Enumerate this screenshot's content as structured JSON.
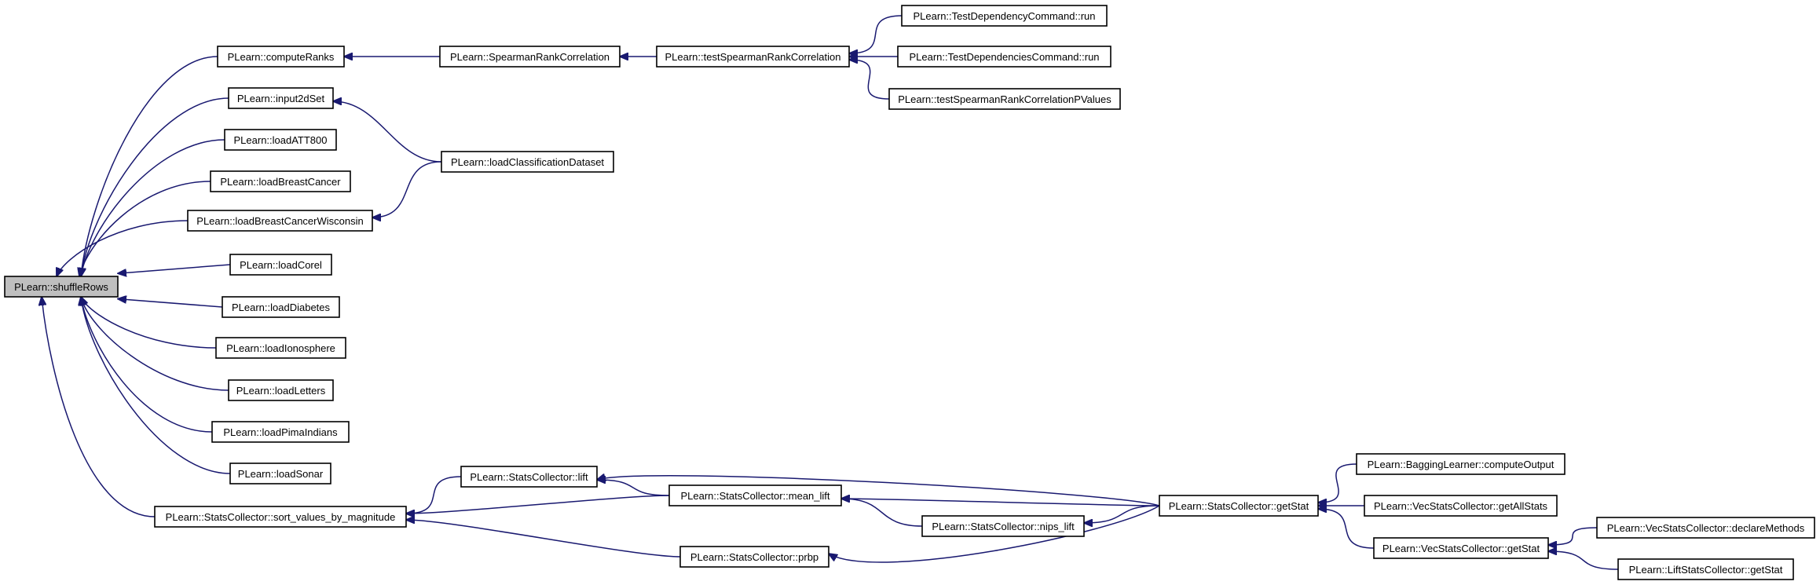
{
  "graph": {
    "colors": {
      "edge": "#191970",
      "node_fill": "#ffffff",
      "root_fill": "#bfbfbf",
      "border": "#000000"
    },
    "nodes": [
      {
        "id": "shuffleRows",
        "label": "PLearn::shuffleRows",
        "root": true
      },
      {
        "id": "computeRanks",
        "label": "PLearn::computeRanks"
      },
      {
        "id": "input2dSet",
        "label": "PLearn::input2dSet"
      },
      {
        "id": "loadATT800",
        "label": "PLearn::loadATT800"
      },
      {
        "id": "loadBreastCancer",
        "label": "PLearn::loadBreastCancer"
      },
      {
        "id": "loadBreastCancerWisconsin",
        "label": "PLearn::loadBreastCancerWisconsin"
      },
      {
        "id": "loadCorel",
        "label": "PLearn::loadCorel"
      },
      {
        "id": "loadDiabetes",
        "label": "PLearn::loadDiabetes"
      },
      {
        "id": "loadIonosphere",
        "label": "PLearn::loadIonosphere"
      },
      {
        "id": "loadLetters",
        "label": "PLearn::loadLetters"
      },
      {
        "id": "loadPimaIndians",
        "label": "PLearn::loadPimaIndians"
      },
      {
        "id": "loadSonar",
        "label": "PLearn::loadSonar"
      },
      {
        "id": "sortValues",
        "label": "PLearn::StatsCollector::sort_values_by_magnitude"
      },
      {
        "id": "spearman",
        "label": "PLearn::SpearmanRankCorrelation"
      },
      {
        "id": "loadClassification",
        "label": "PLearn::loadClassificationDataset"
      },
      {
        "id": "scLift",
        "label": "PLearn::StatsCollector::lift"
      },
      {
        "id": "scPrbp",
        "label": "PLearn::StatsCollector::prbp"
      },
      {
        "id": "testSpearman",
        "label": "PLearn::testSpearmanRankCorrelation"
      },
      {
        "id": "scMeanLift",
        "label": "PLearn::StatsCollector::mean_lift"
      },
      {
        "id": "scNipsLift",
        "label": "PLearn::StatsCollector::nips_lift"
      },
      {
        "id": "testDepCmd",
        "label": "PLearn::TestDependencyCommand::run"
      },
      {
        "id": "testDepsCmd",
        "label": "PLearn::TestDependenciesCommand::run"
      },
      {
        "id": "testSpearmanP",
        "label": "PLearn::testSpearmanRankCorrelationPValues"
      },
      {
        "id": "scGetStat",
        "label": "PLearn::StatsCollector::getStat"
      },
      {
        "id": "baggingCompute",
        "label": "PLearn::BaggingLearner::computeOutput"
      },
      {
        "id": "vscGetAllStats",
        "label": "PLearn::VecStatsCollector::getAllStats"
      },
      {
        "id": "vscGetStat",
        "label": "PLearn::VecStatsCollector::getStat"
      },
      {
        "id": "vscDeclare",
        "label": "PLearn::VecStatsCollector::declareMethods"
      },
      {
        "id": "liftGetStat",
        "label": "PLearn::LiftStatsCollector::getStat"
      }
    ],
    "edges": [
      {
        "from": "computeRanks",
        "to": "shuffleRows"
      },
      {
        "from": "input2dSet",
        "to": "shuffleRows"
      },
      {
        "from": "loadATT800",
        "to": "shuffleRows"
      },
      {
        "from": "loadBreastCancer",
        "to": "shuffleRows"
      },
      {
        "from": "loadBreastCancerWisconsin",
        "to": "shuffleRows"
      },
      {
        "from": "loadCorel",
        "to": "shuffleRows"
      },
      {
        "from": "loadDiabetes",
        "to": "shuffleRows"
      },
      {
        "from": "loadIonosphere",
        "to": "shuffleRows"
      },
      {
        "from": "loadLetters",
        "to": "shuffleRows"
      },
      {
        "from": "loadPimaIndians",
        "to": "shuffleRows"
      },
      {
        "from": "loadSonar",
        "to": "shuffleRows"
      },
      {
        "from": "sortValues",
        "to": "shuffleRows"
      },
      {
        "from": "spearman",
        "to": "computeRanks"
      },
      {
        "from": "testSpearman",
        "to": "spearman"
      },
      {
        "from": "testDepCmd",
        "to": "testSpearman"
      },
      {
        "from": "testDepsCmd",
        "to": "testSpearman"
      },
      {
        "from": "testSpearmanP",
        "to": "testSpearman"
      },
      {
        "from": "loadClassification",
        "to": "input2dSet"
      },
      {
        "from": "loadClassification",
        "to": "loadBreastCancerWisconsin"
      },
      {
        "from": "scLift",
        "to": "sortValues"
      },
      {
        "from": "scMeanLift",
        "to": "sortValues"
      },
      {
        "from": "scPrbp",
        "to": "sortValues"
      },
      {
        "from": "scMeanLift",
        "to": "scLift"
      },
      {
        "from": "scGetStat",
        "to": "scLift"
      },
      {
        "from": "scGetStat",
        "to": "scMeanLift"
      },
      {
        "from": "scNipsLift",
        "to": "scMeanLift"
      },
      {
        "from": "scGetStat",
        "to": "scNipsLift"
      },
      {
        "from": "scGetStat",
        "to": "scPrbp"
      },
      {
        "from": "baggingCompute",
        "to": "scGetStat"
      },
      {
        "from": "vscGetAllStats",
        "to": "scGetStat"
      },
      {
        "from": "vscGetStat",
        "to": "scGetStat"
      },
      {
        "from": "vscDeclare",
        "to": "vscGetStat"
      },
      {
        "from": "liftGetStat",
        "to": "vscGetStat"
      }
    ]
  }
}
